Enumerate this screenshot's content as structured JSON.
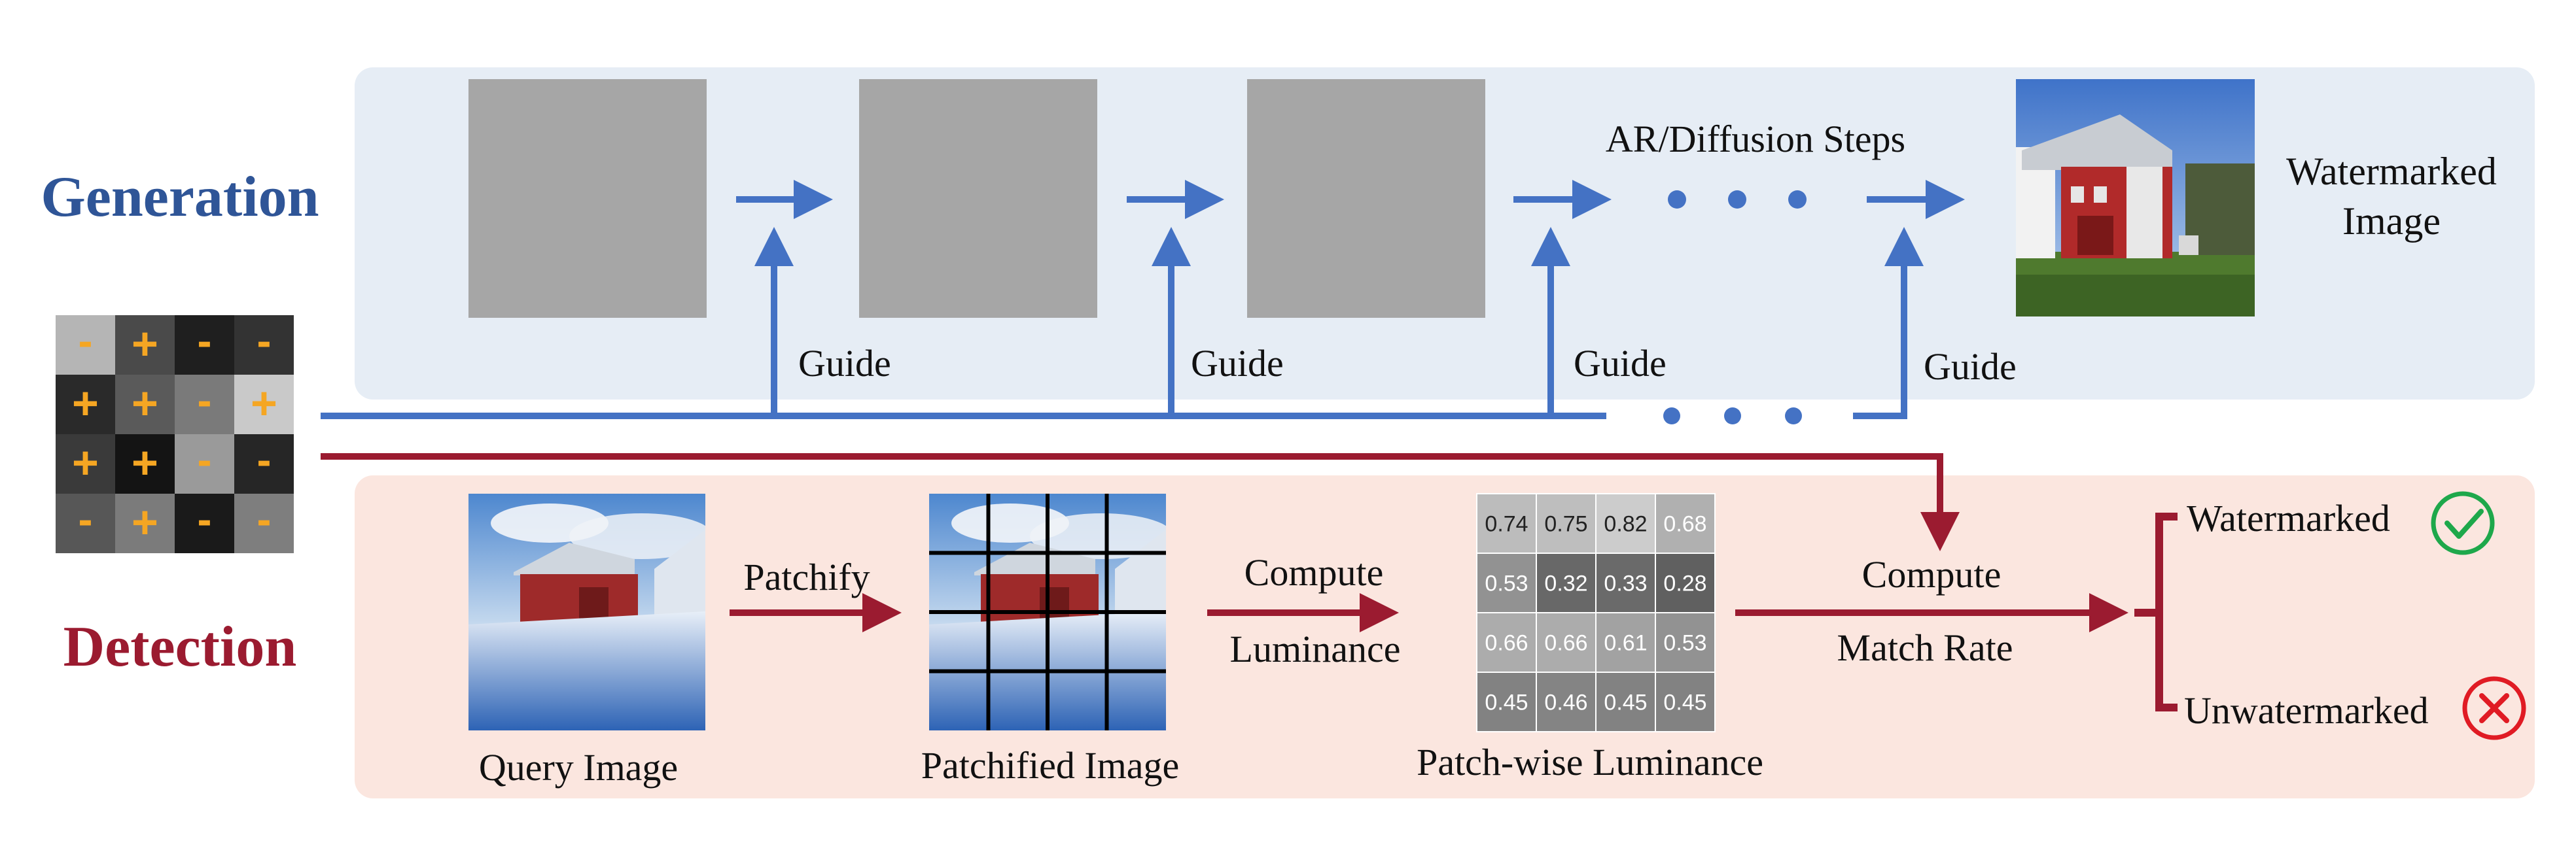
{
  "generation": {
    "title": "Generation",
    "steps_label": "AR/Diffusion Steps",
    "guide_labels": [
      "Guide",
      "Guide",
      "Guide",
      "Guide"
    ],
    "output_label_line1": "Watermarked",
    "output_label_line2": "Image",
    "output_image": "generated-barn-photo"
  },
  "detection": {
    "title": "Detection",
    "query_label": "Query Image",
    "patchify_label": "Patchify",
    "patchified_label": "Patchified Image",
    "compute_luminance_line1": "Compute",
    "compute_luminance_line2": "Luminance",
    "luminance_label": "Patch-wise Luminance",
    "luminance_values": [
      [
        "0.74",
        "0.75",
        "0.82",
        "0.68"
      ],
      [
        "0.53",
        "0.32",
        "0.33",
        "0.28"
      ],
      [
        "0.66",
        "0.66",
        "0.61",
        "0.53"
      ],
      [
        "0.45",
        "0.46",
        "0.45",
        "0.45"
      ]
    ],
    "compute_match_line1": "Compute",
    "compute_match_line2": "Match Rate",
    "result_positive": "Watermarked",
    "result_negative": "Unwatermarked",
    "query_image": "snowy-barn-photo"
  },
  "key_pattern": {
    "signs": [
      [
        "-",
        "+",
        "-",
        "-"
      ],
      [
        "+",
        "+",
        "-",
        "+"
      ],
      [
        "+",
        "+",
        "-",
        "-"
      ],
      [
        "-",
        "+",
        "-",
        "-"
      ]
    ]
  },
  "colors": {
    "generation_blue": "#4472c4",
    "generation_title": "#2f5597",
    "detection_red": "#9b1b30",
    "generation_panel": "#e6edf5",
    "detection_panel": "#fbe6df",
    "sign_color": "#f5a623",
    "check_green": "#1ea84b",
    "cross_red": "#e01b24"
  }
}
